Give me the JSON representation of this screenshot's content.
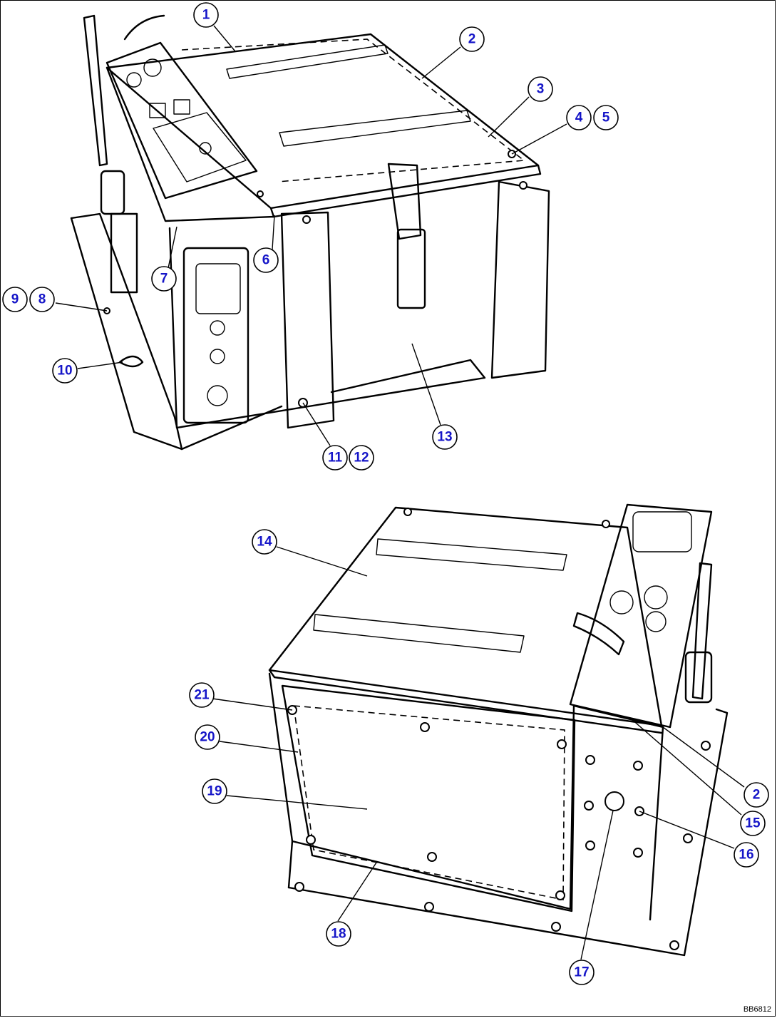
{
  "callouts": [
    "1",
    "2",
    "3",
    "4",
    "5",
    "6",
    "7",
    "8",
    "9",
    "10",
    "11",
    "12",
    "13",
    "14",
    "15",
    "16",
    "17",
    "18",
    "19",
    "20",
    "21"
  ],
  "drawing_code": "BB6812"
}
